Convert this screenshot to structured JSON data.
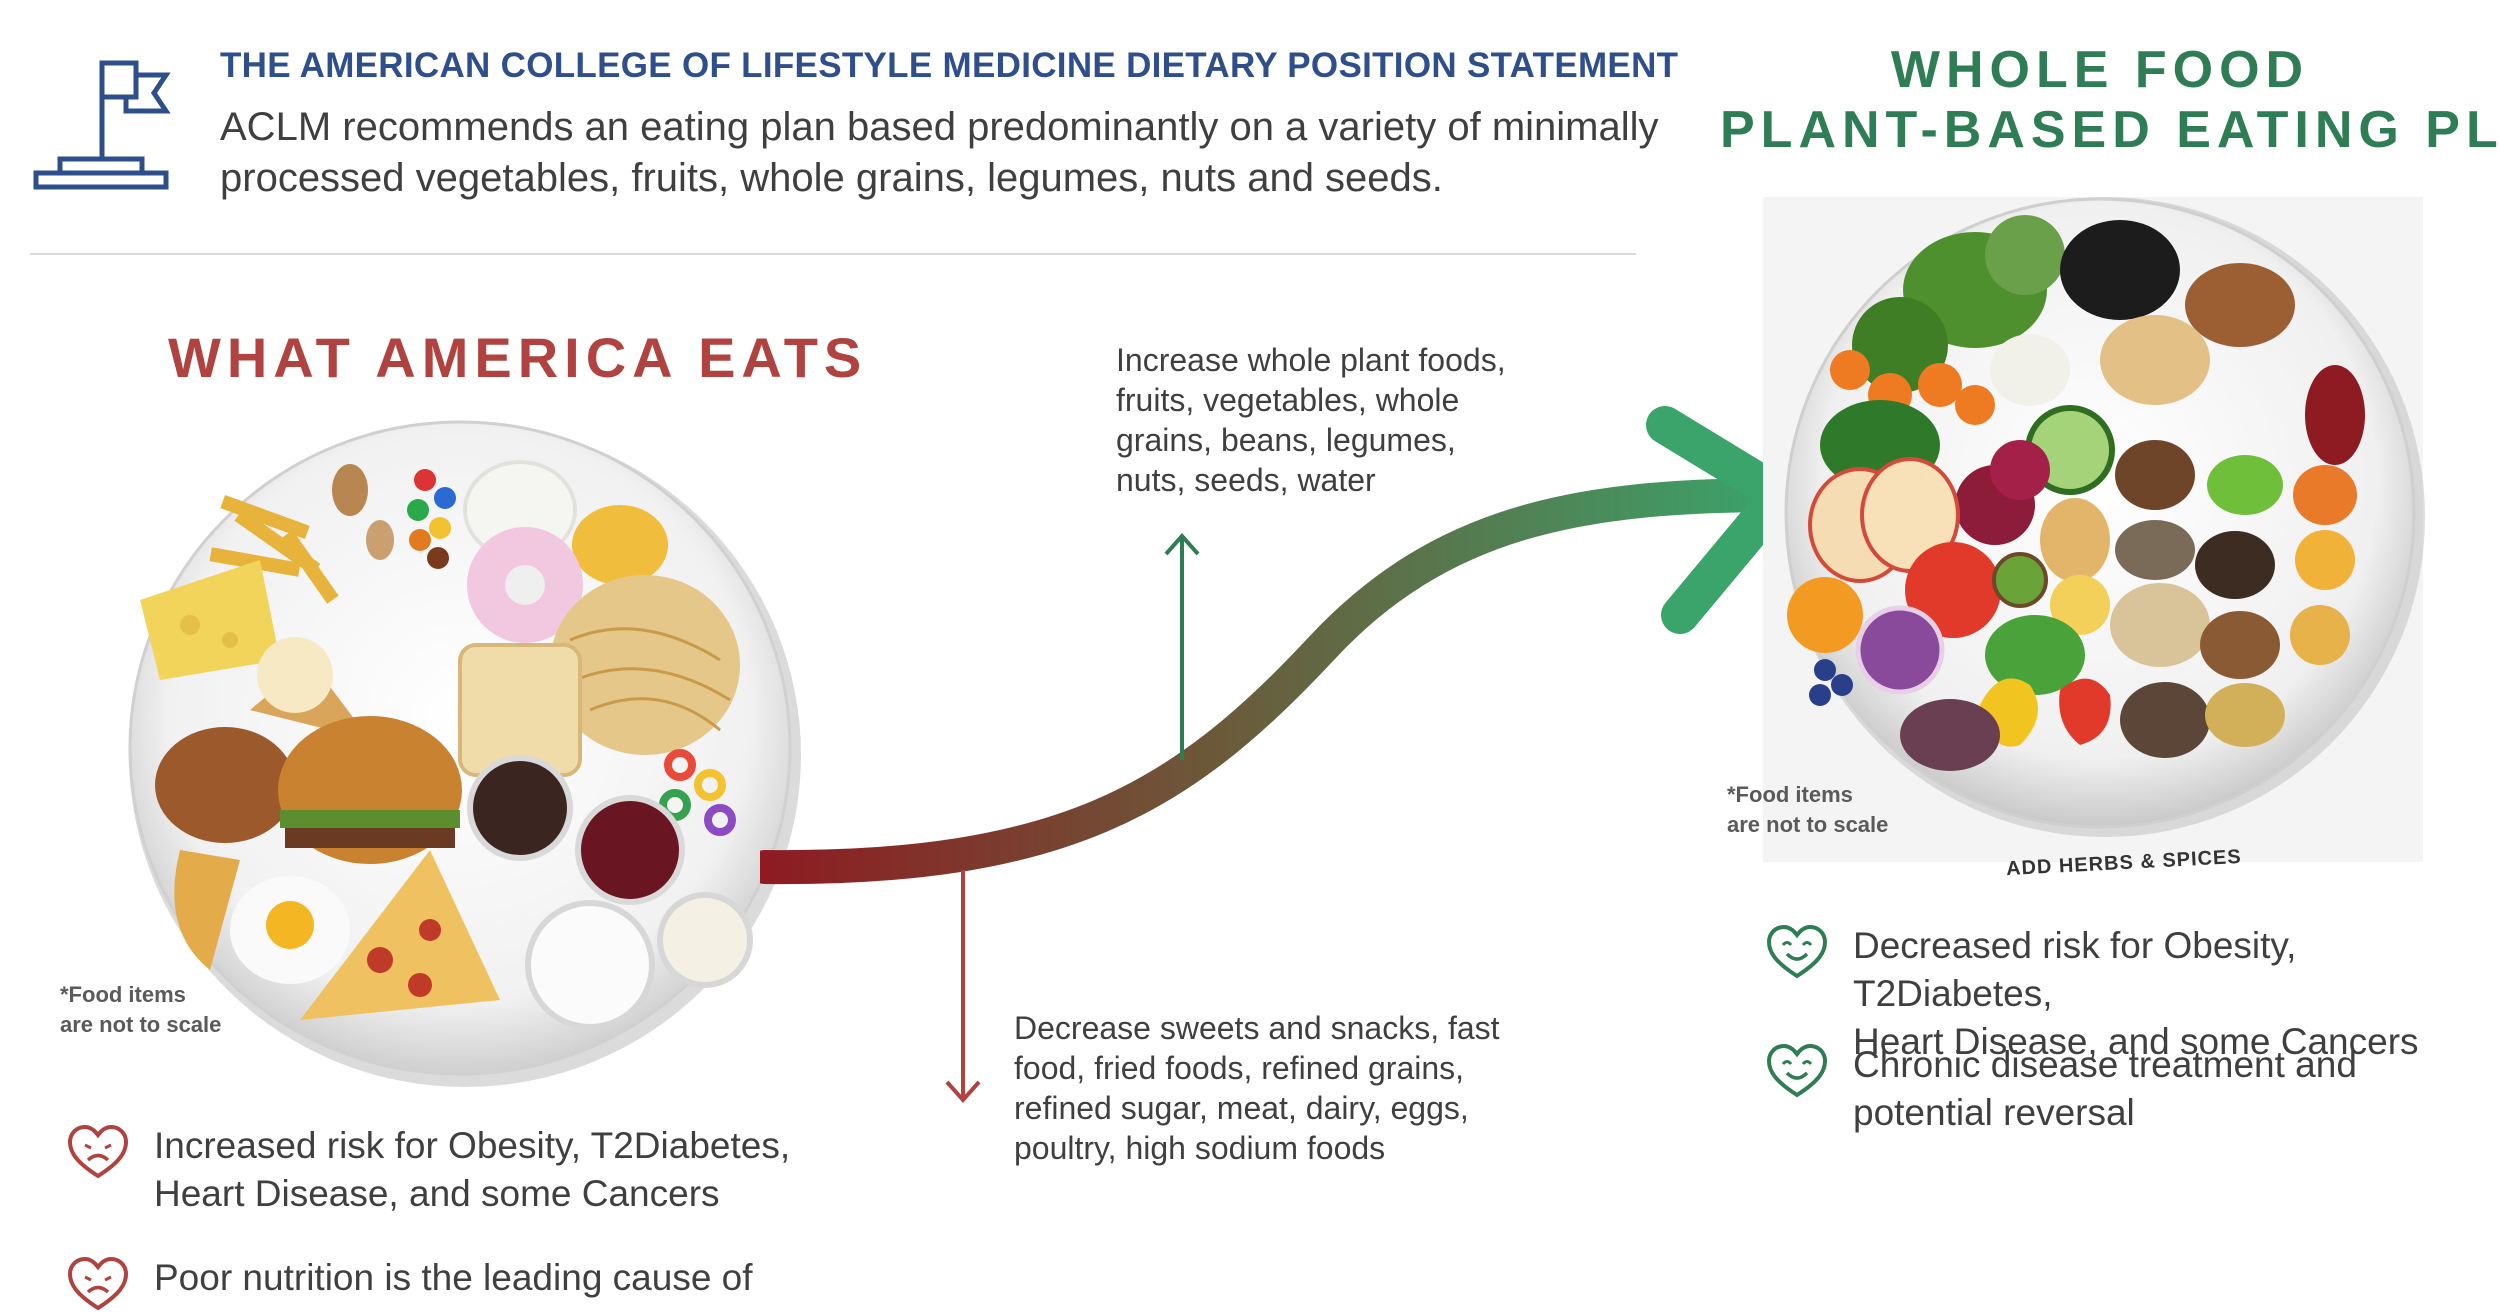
{
  "header": {
    "title": "THE AMERICAN COLLEGE OF LIFESTYLE MEDICINE DIETARY POSITION STATEMENT",
    "text": "ACLM recommends an eating plan based predominantly on a variety of minimally processed vegetables, fruits, whole grains, legumes, nuts and seeds.",
    "icon": "flag-podium-icon"
  },
  "america": {
    "title": "WHAT AMERICA EATS",
    "note_line1": "*Food items",
    "note_line2": "are not to scale",
    "risks": [
      {
        "icon": "heart-frown-icon",
        "line1": "Increased risk for Obesity, T2Diabetes,",
        "line2": "Heart Disease, and some Cancers"
      },
      {
        "icon": "heart-frown-icon",
        "line1": "Poor nutrition is the leading cause of",
        "line2": ""
      }
    ]
  },
  "increase": {
    "lines": [
      "Increase whole plant foods,",
      "fruits, vegetables, whole",
      "grains, beans, legumes,",
      "nuts, seeds, water"
    ]
  },
  "decrease": {
    "lines": [
      "Decrease sweets and snacks, fast",
      "food, fried foods, refined grains,",
      "refined sugar, meat, dairy, eggs,",
      "poultry, high sodium foods"
    ]
  },
  "wfpb": {
    "title_line1": "WHOLE FOOD",
    "title_line2": "PLANT-BASED EATING PLAN",
    "note_line1": "*Food items",
    "note_line2": "are not to scale",
    "herbs_label": "ADD HERBS & SPICES",
    "benefits": [
      {
        "icon": "heart-smile-icon",
        "line1": "Decreased risk for Obesity, T2Diabetes,",
        "line2": "Heart Disease, and some Cancers"
      },
      {
        "icon": "heart-smile-icon",
        "line1": "Chronic disease treatment and",
        "line2": "potential reversal"
      }
    ]
  },
  "colors": {
    "navy": "#2f4f8c",
    "red": "#b0433f",
    "dark_red": "#8e1b22",
    "green": "#2e7d54",
    "bright_green": "#3aa46b"
  }
}
